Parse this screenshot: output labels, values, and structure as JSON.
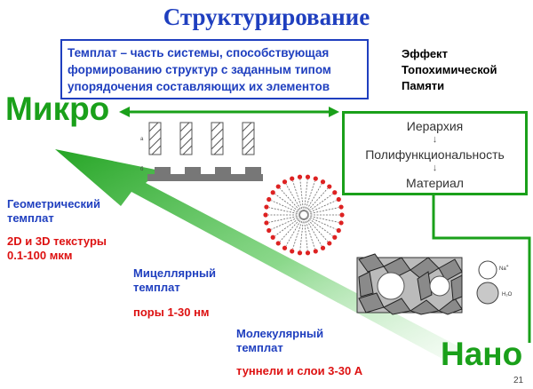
{
  "title": "Структурирование",
  "definition": {
    "line1": "Темплат – часть системы, способствующая",
    "line2": "формированию структур с заданным типом",
    "line3": "упорядочения составляющих их элементов"
  },
  "effect": {
    "line1": "Эффект",
    "line2": "Топохимической",
    "line3": "Памяти"
  },
  "scale": {
    "micro": "Микро",
    "nano": "Нано"
  },
  "hierarchy": {
    "item1": "Иерархия",
    "item2": "Полифункциональность",
    "item3": "Материал"
  },
  "templates": {
    "geometric": {
      "line1": "Геометрический",
      "line2": "темплат",
      "size1": "2D и 3D текстуры",
      "size2": "0.1-100 мкм"
    },
    "micellar": {
      "line1": "Мицеллярный",
      "line2": "темплат",
      "size": "поры 1-30 нм"
    },
    "molecular": {
      "line1": "Молекулярный",
      "line2": "темплат",
      "size": "туннели и слои 3-30 А"
    }
  },
  "figure_labels": {
    "panel_a": "а",
    "panel_b": "б",
    "na": "Na",
    "na_sup": "+",
    "water": "H₂O"
  },
  "slide_number": "21",
  "colors": {
    "blue": "#1f3fbf",
    "green": "#1aa01a",
    "red": "#dd1111"
  }
}
